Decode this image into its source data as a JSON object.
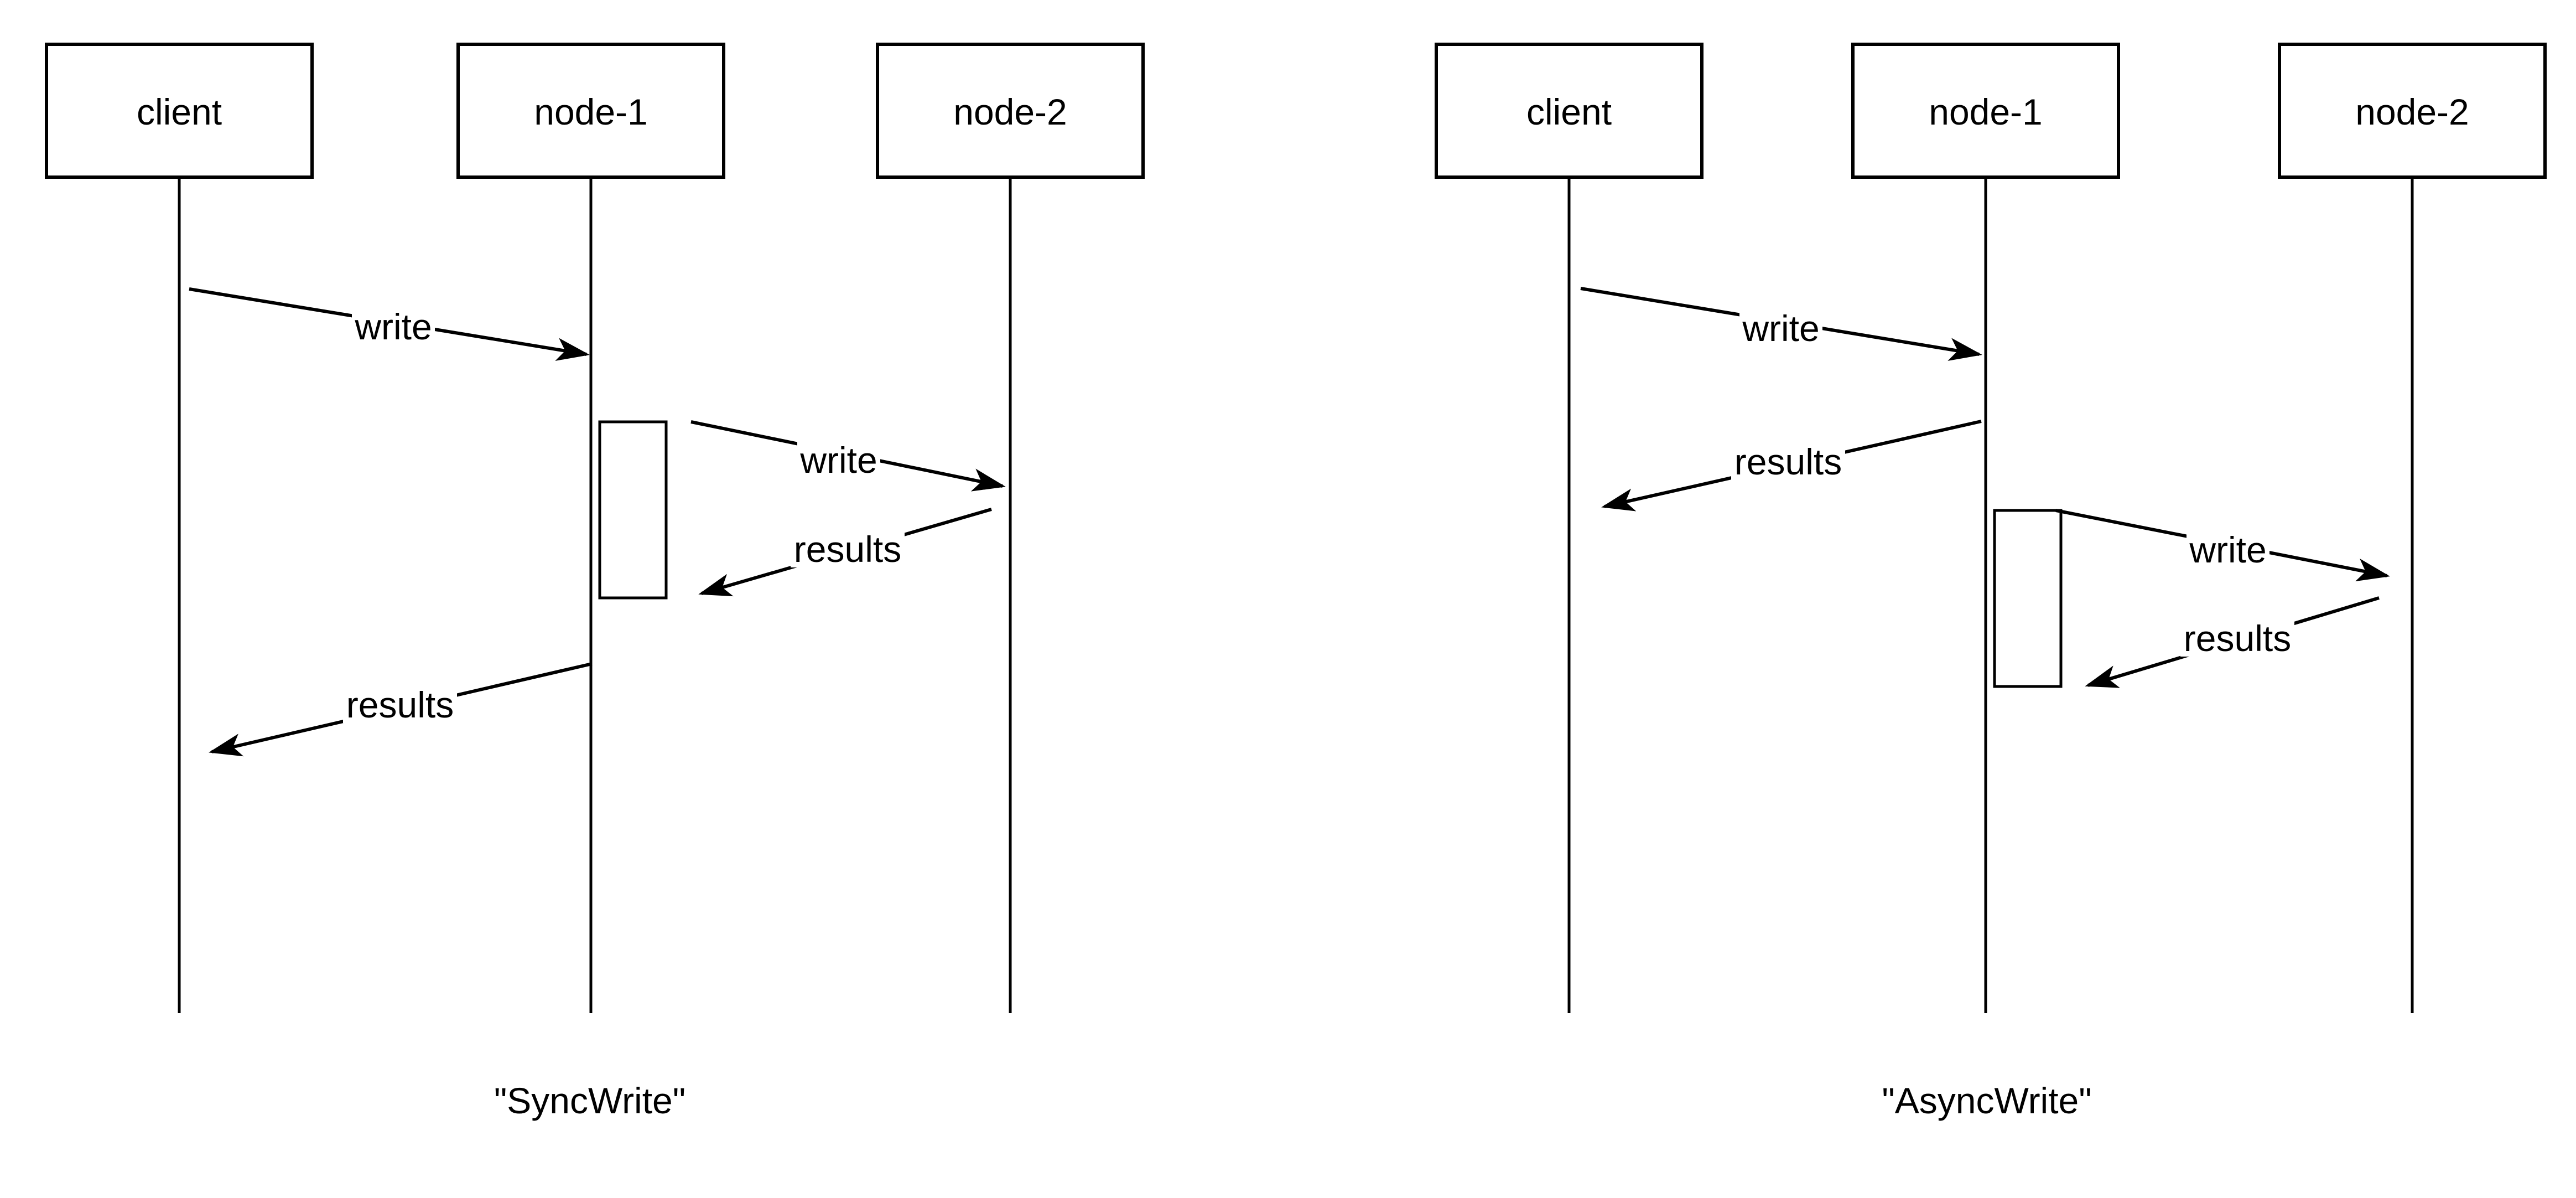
{
  "colors": {
    "ink": "#000000",
    "paper": "#ffffff"
  },
  "diagrams": [
    {
      "caption": "\"SyncWrite\"",
      "actors": [
        {
          "label": "client"
        },
        {
          "label": "node-1"
        },
        {
          "label": "node-2"
        }
      ],
      "messages": [
        {
          "label": "write",
          "from": "client",
          "to": "node-1"
        },
        {
          "label": "write",
          "from": "node-1",
          "to": "node-2"
        },
        {
          "label": "results",
          "from": "node-2",
          "to": "node-1"
        },
        {
          "label": "results",
          "from": "node-1",
          "to": "client"
        }
      ]
    },
    {
      "caption": "\"AsyncWrite\"",
      "actors": [
        {
          "label": "client"
        },
        {
          "label": "node-1"
        },
        {
          "label": "node-2"
        }
      ],
      "messages": [
        {
          "label": "write",
          "from": "client",
          "to": "node-1"
        },
        {
          "label": "results",
          "from": "node-1",
          "to": "client"
        },
        {
          "label": "write",
          "from": "node-1",
          "to": "node-2"
        },
        {
          "label": "results",
          "from": "node-2",
          "to": "node-1"
        }
      ]
    }
  ]
}
